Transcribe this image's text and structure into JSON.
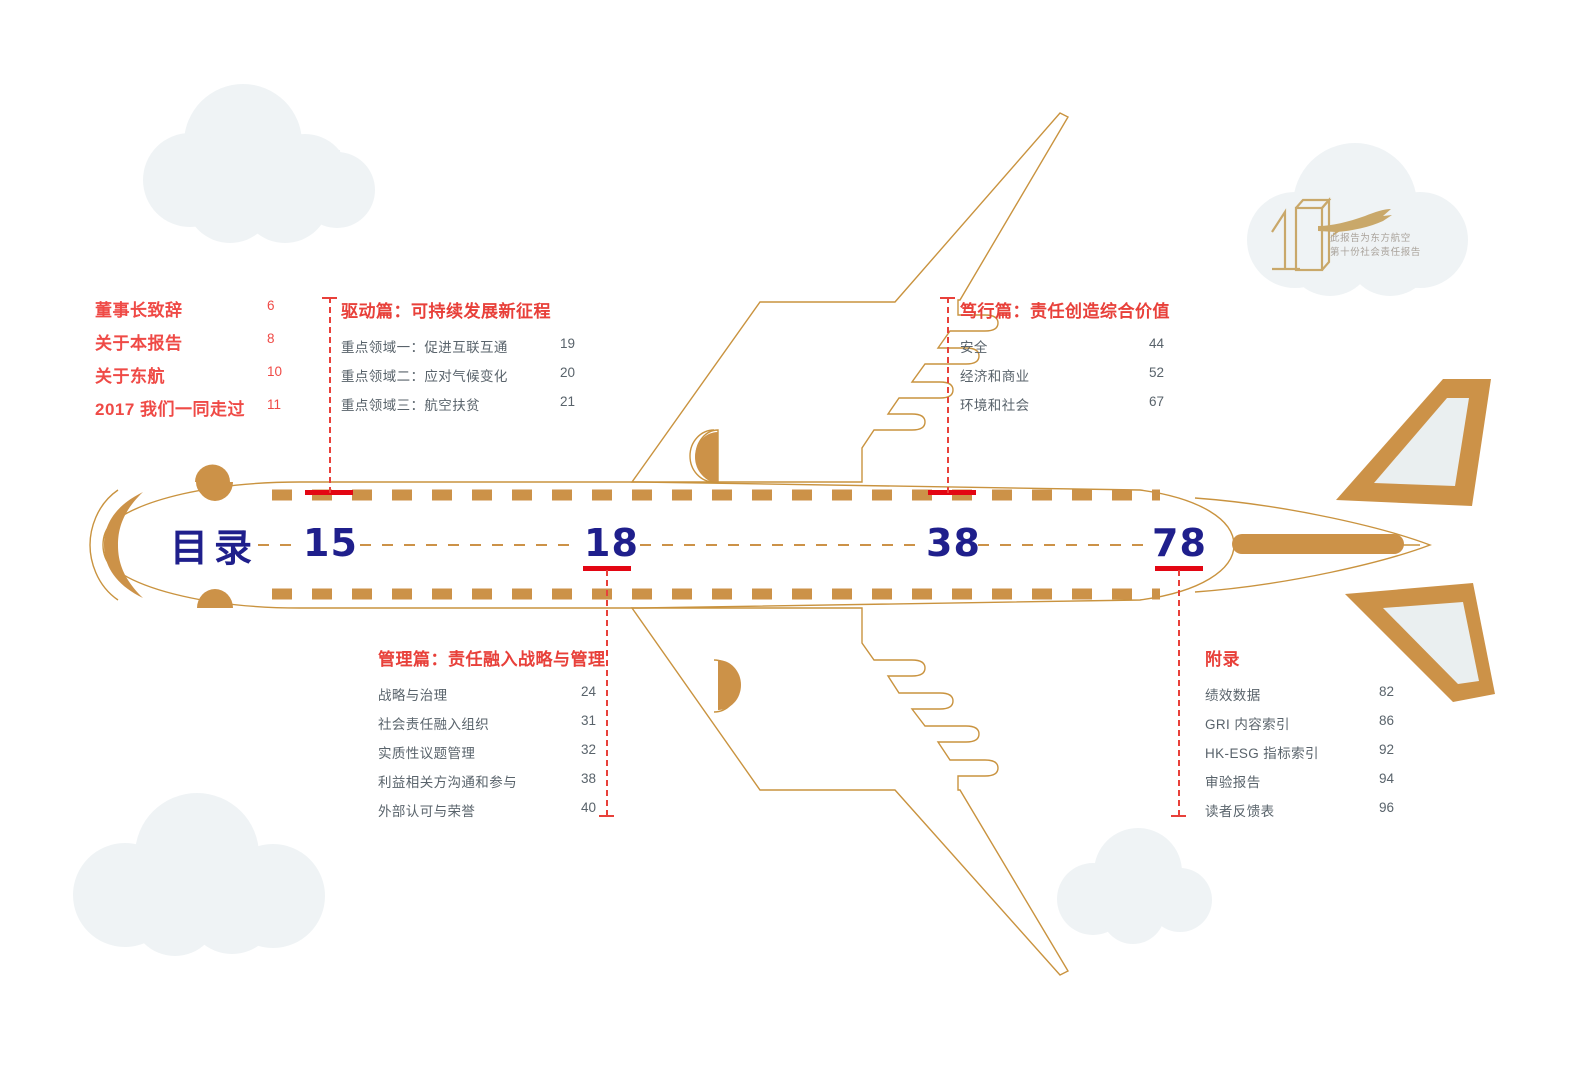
{
  "page": {
    "title": "目录",
    "colors": {
      "red": "#e8403a",
      "red_bright": "#ef4a46",
      "red_bar": "#e30613",
      "navy": "#1f1f8c",
      "gold": "#cc9248",
      "gold_line": "#c9933f",
      "cloud": "#eff3f5",
      "body_text": "#59636b",
      "badge_text": "#a9a29a",
      "background": "#ffffff"
    }
  },
  "badge": {
    "numeral": "10",
    "line1": "此报告为东方航空",
    "line2": "第十份社会责任报告",
    "icon": "airplane-icon"
  },
  "fuselage_markers": [
    {
      "number": "15"
    },
    {
      "number": "18"
    },
    {
      "number": "38"
    },
    {
      "number": "78"
    }
  ],
  "intro_list": {
    "items": [
      {
        "label": "董事长致辞",
        "page": "6"
      },
      {
        "label": "关于本报告",
        "page": "8"
      },
      {
        "label": "关于东航",
        "page": "10"
      },
      {
        "label": "2017 我们一同走过",
        "page": "11"
      }
    ]
  },
  "sections": {
    "drive": {
      "title": "驱动篇：可持续发展新征程",
      "marker": "15",
      "items": [
        {
          "label": "重点领域一：促进互联互通",
          "page": "19"
        },
        {
          "label": "重点领域二：应对气候变化",
          "page": "20"
        },
        {
          "label": "重点领域三：航空扶贫",
          "page": "21"
        }
      ]
    },
    "practice": {
      "title": "笃行篇：责任创造综合价值",
      "marker": "38",
      "items": [
        {
          "label": "安全",
          "page": "44"
        },
        {
          "label": "经济和商业",
          "page": "52"
        },
        {
          "label": "环境和社会",
          "page": "67"
        }
      ]
    },
    "management": {
      "title": "管理篇：责任融入战略与管理",
      "marker": "18",
      "items": [
        {
          "label": "战略与治理",
          "page": "24"
        },
        {
          "label": "社会责任融入组织",
          "page": "31"
        },
        {
          "label": "实质性议题管理",
          "page": "32"
        },
        {
          "label": "利益相关方沟通和参与",
          "page": "38"
        },
        {
          "label": "外部认可与荣誉",
          "page": "40"
        }
      ]
    },
    "appendix": {
      "title": "附录",
      "marker": "78",
      "items": [
        {
          "label": "绩效数据",
          "page": "82"
        },
        {
          "label": "GRI 内容索引",
          "page": "86"
        },
        {
          "label": "HK-ESG 指标索引",
          "page": "92"
        },
        {
          "label": "审验报告",
          "page": "94"
        },
        {
          "label": "读者反馈表",
          "page": "96"
        }
      ]
    }
  }
}
